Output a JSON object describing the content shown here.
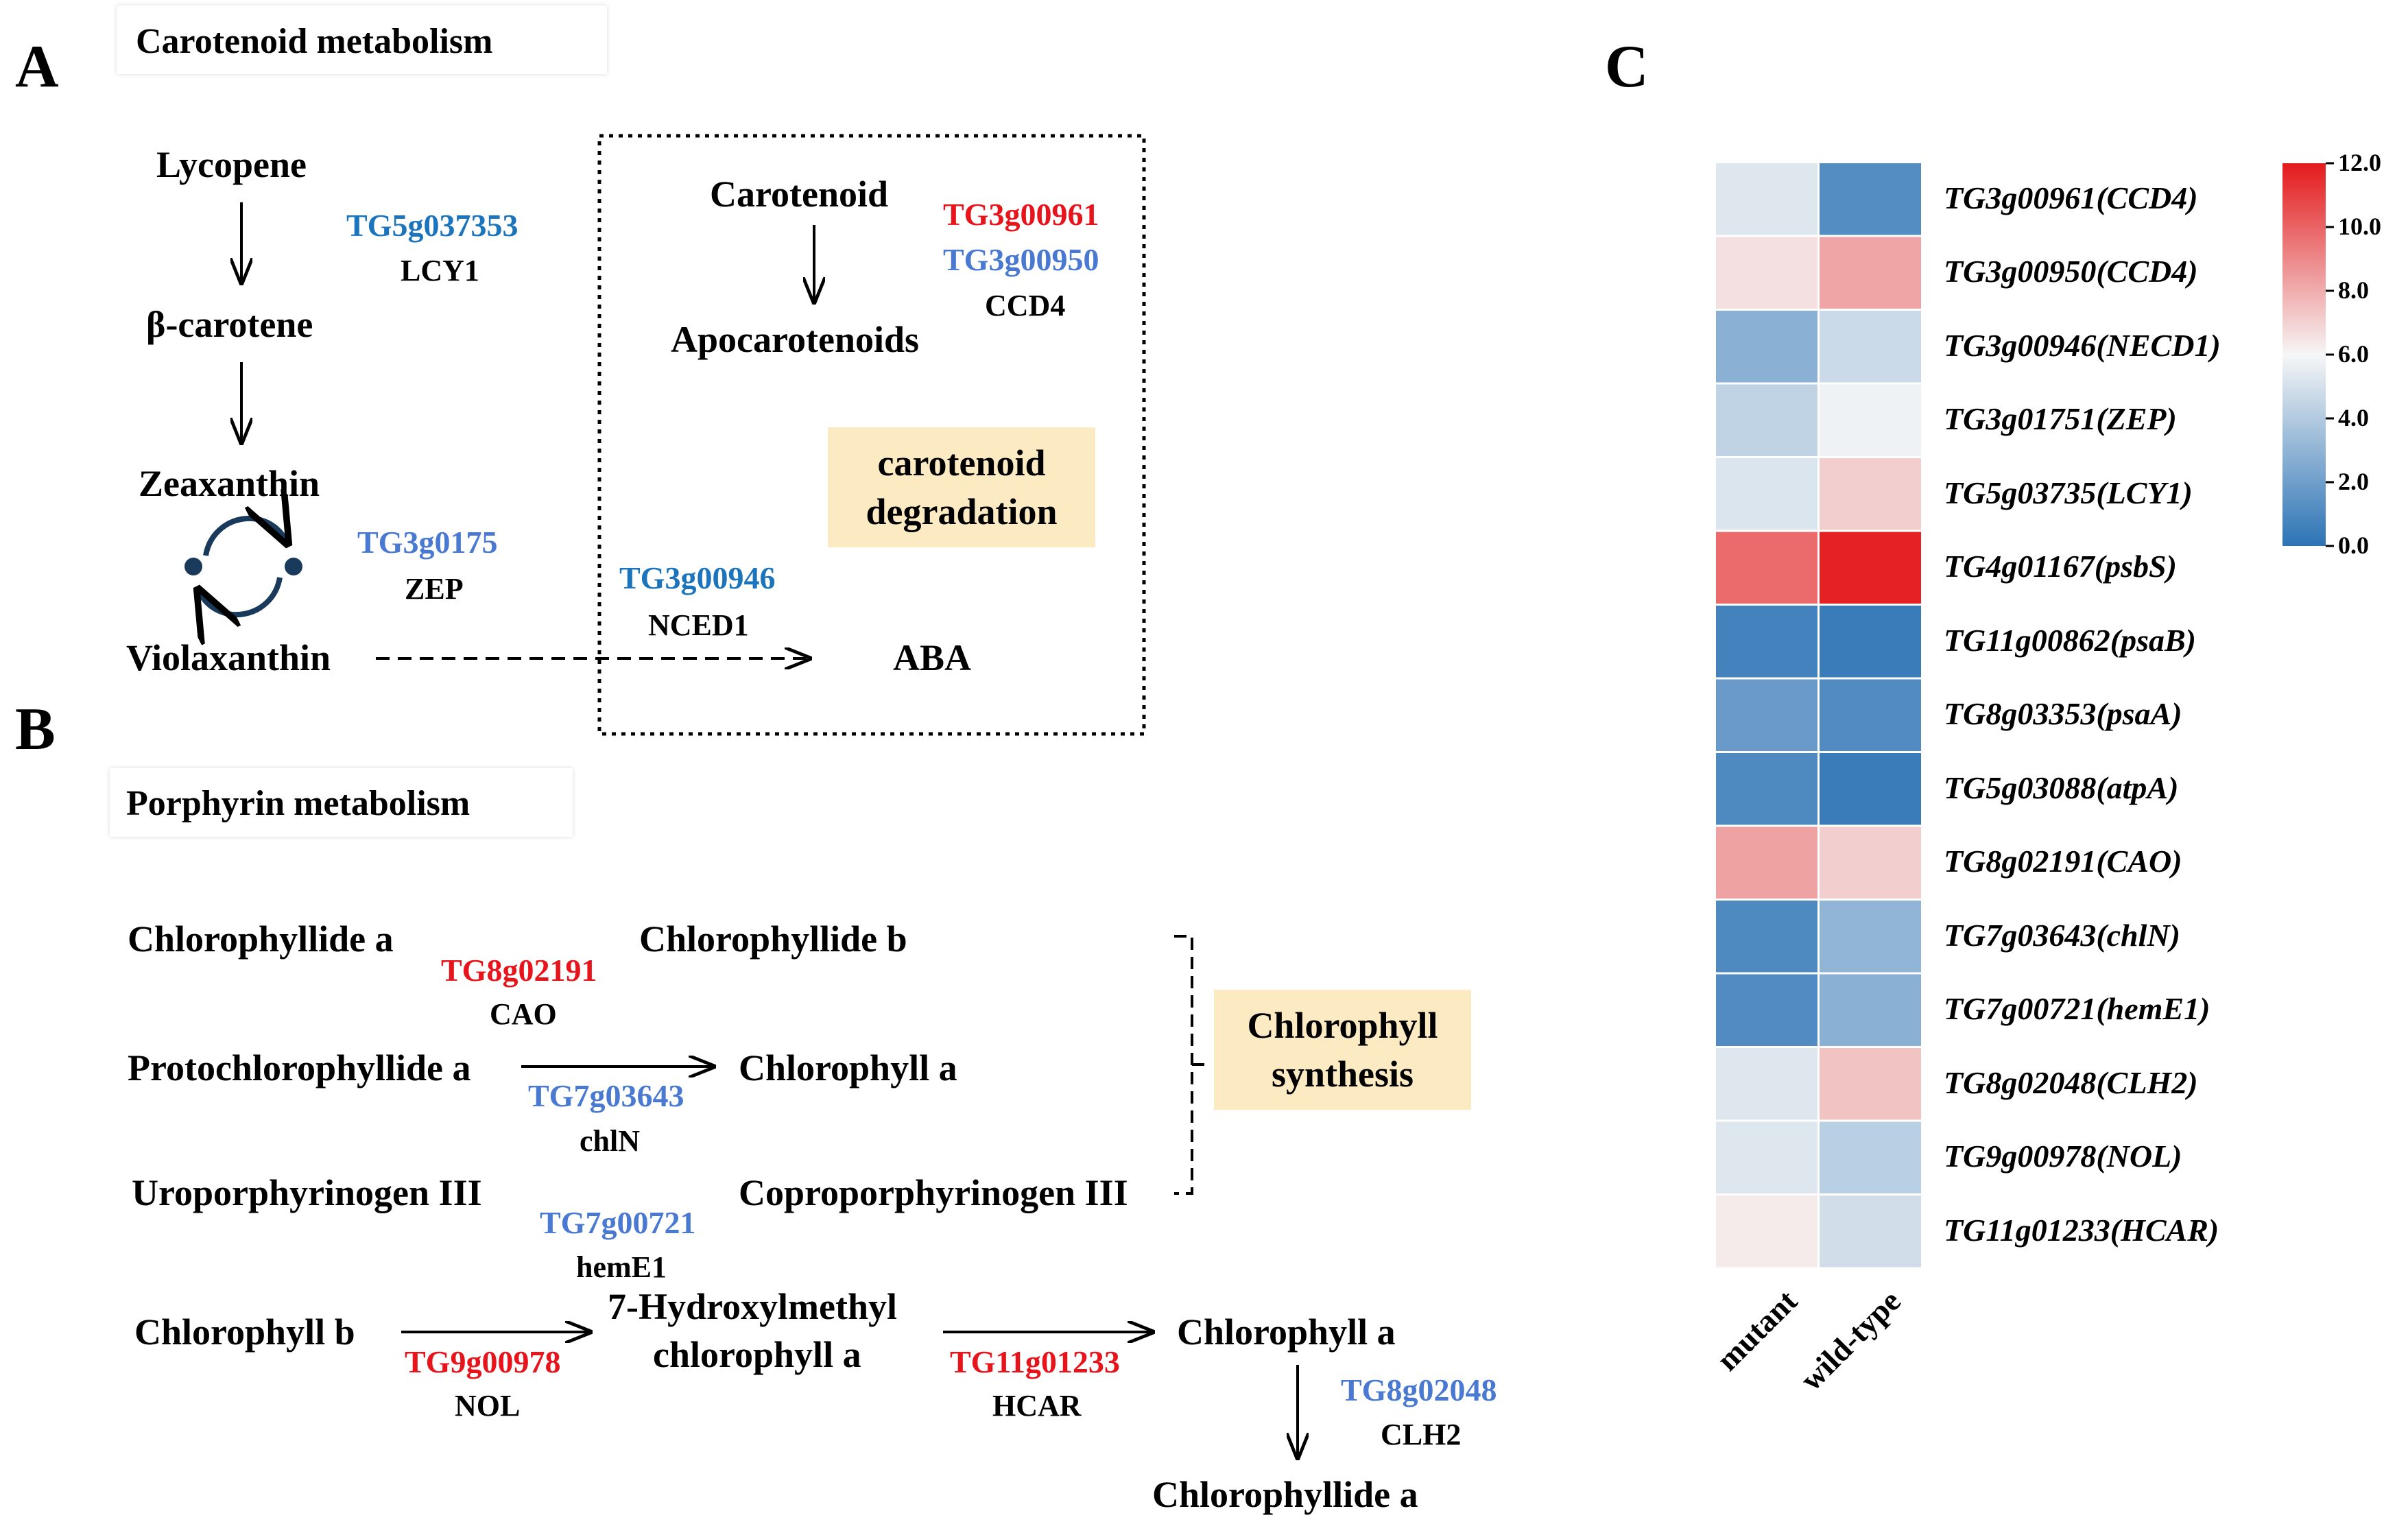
{
  "colors": {
    "up": "#e8141c",
    "down_medium": "#1c75bc",
    "down_light": "#4a79d1",
    "yellow_box": "#fcebc2"
  },
  "panel_a": {
    "letter": "A",
    "title": "Carotenoid metabolism",
    "lycopene": "Lycopene",
    "beta_carotene": "β-carotene",
    "zeaxanthin": "Zeaxanthin",
    "violaxanthin": "Violaxanthin",
    "lcy1_gene": "TG5g037353",
    "lcy1_enzyme": "LCY1",
    "zep_gene": "TG3g0175",
    "zep_enzyme": "ZEP",
    "nced1_gene": "TG3g00946",
    "nced1_enzyme": "NCED1",
    "aba": "ABA",
    "carotenoid": "Carotenoid",
    "apocarotenoids": "Apocarotenoids",
    "ccd4_gene_1": "TG3g00961",
    "ccd4_gene_2": "TG3g00950",
    "ccd4_enzyme": "CCD4",
    "degradation_line1": "carotenoid",
    "degradation_line2": "degradation"
  },
  "panel_b": {
    "letter": "B",
    "title": "Porphyrin metabolism",
    "chlide_a": "Chlorophyllide a",
    "chlide_b": "Chlorophyllide b",
    "cao_gene": "TG8g02191",
    "cao_enzyme": "CAO",
    "pchlide_a": "Protochlorophyllide a",
    "chl_a_1": "Chlorophyll a",
    "chln_gene": "TG7g03643",
    "chln_enzyme": "chlN",
    "uro": "Uroporphyrinogen III",
    "copro": "Coproporphyrinogen III",
    "heme_gene": "TG7g00721",
    "heme_enzyme": "hemE1",
    "chl_b": "Chlorophyll b",
    "hmchl_line1": "7-Hydroxylmethyl",
    "hmchl_line2": "chlorophyll a",
    "nol_gene": "TG9g00978",
    "nol_enzyme": "NOL",
    "hcar_gene": "TG11g01233",
    "hcar_enzyme": "HCAR",
    "chl_a_2": "Chlorophyll a",
    "clh_gene": "TG8g02048",
    "clh_enzyme": "CLH2",
    "chlide_a_2": "Chlorophyllide a",
    "synthesis_line1": "Chlorophyll",
    "synthesis_line2": "synthesis"
  },
  "panel_c": {
    "letter": "C",
    "chart_data": {
      "type": "heatmap",
      "columns": [
        "mutant",
        "wild-type"
      ],
      "rows": [
        "TG3g00961(CCD4)",
        "TG3g00950(CCD4)",
        "TG3g00946(NECD1)",
        "TG3g01751(ZEP)",
        "TG5g03735(LCY1)",
        "TG4g01167(psbS)",
        "TG11g00862(psaB)",
        "TG8g03353(psaA)",
        "TG5g03088(atpA)",
        "TG8g02191(CAO)",
        "TG7g03643(chlN)",
        "TG7g00721(hemE1)",
        "TG8g02048(CLH2)",
        "TG9g00978(NOL)",
        "TG11g01233(HCAR)"
      ],
      "values": [
        [
          5.3,
          1.2
        ],
        [
          6.6,
          8.2
        ],
        [
          2.8,
          4.7
        ],
        [
          4.4,
          5.8
        ],
        [
          5.2,
          7.1
        ],
        [
          9.8,
          11.8
        ],
        [
          0.7,
          0.4
        ],
        [
          1.8,
          1.1
        ],
        [
          1.0,
          0.4
        ],
        [
          8.3,
          7.1
        ],
        [
          1.0,
          3.0
        ],
        [
          1.1,
          2.8
        ],
        [
          5.3,
          7.4
        ],
        [
          5.3,
          4.2
        ],
        [
          6.3,
          4.9
        ]
      ],
      "scale": {
        "min": 0.0,
        "max": 12.0,
        "colors": [
          "#2c73b5",
          "#f6f6f6",
          "#e41a1c"
        ]
      },
      "colorbar_ticks": [
        "12.0",
        "10.0",
        "8.0",
        "6.0",
        "4.0",
        "2.0",
        "0.0"
      ]
    }
  }
}
